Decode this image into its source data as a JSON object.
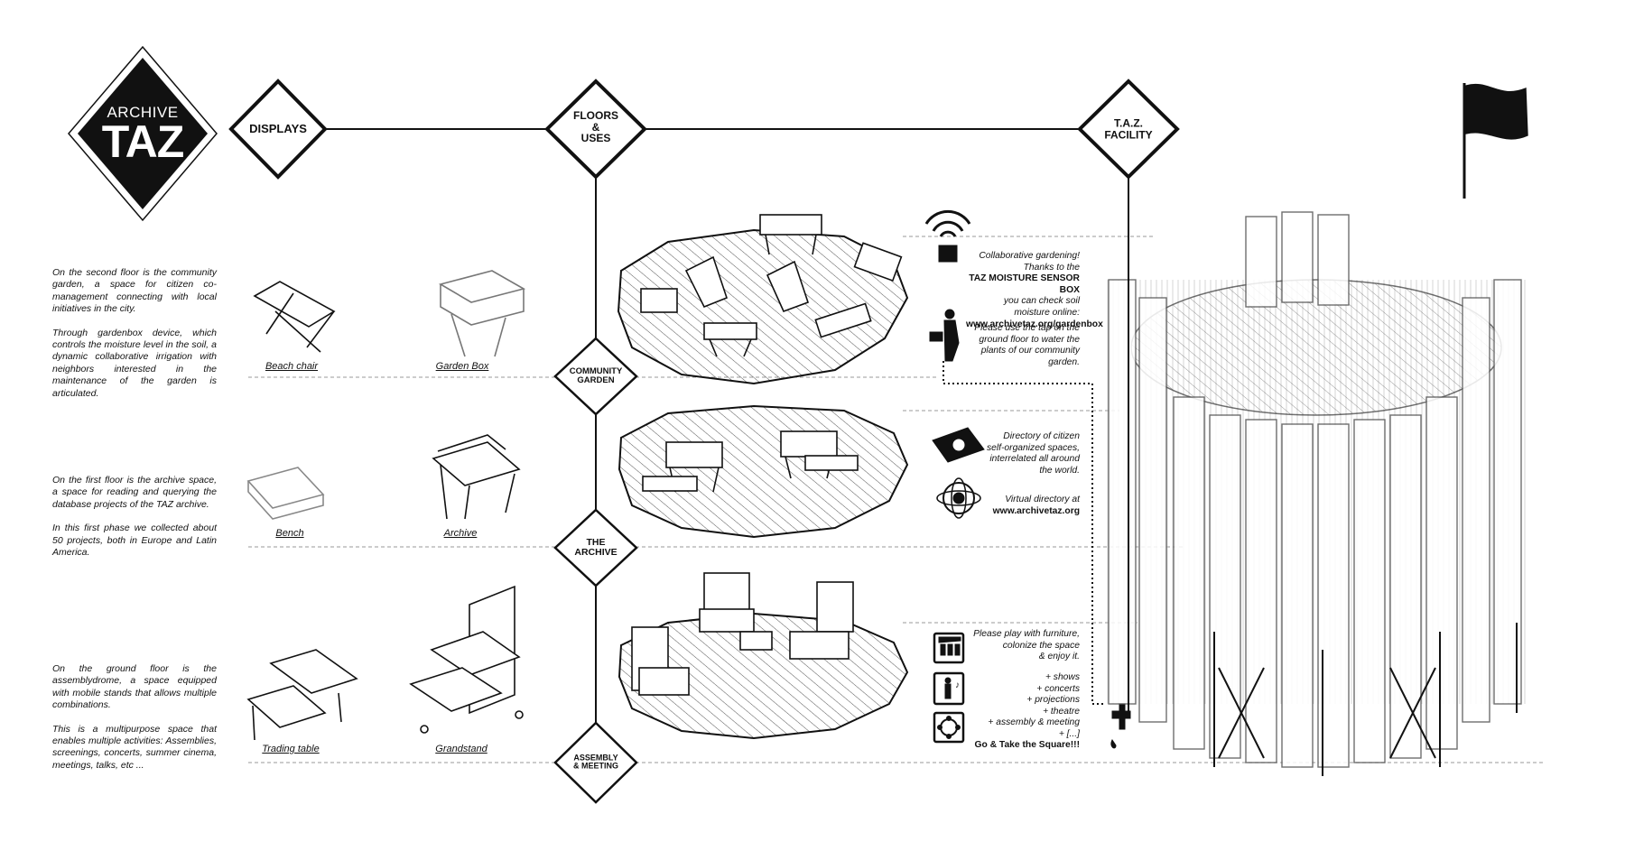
{
  "logo": {
    "top": "ARCHIVE",
    "main": "TAZ"
  },
  "headers": {
    "displays": "DISPLAYS",
    "floors_uses": "FLOORS\n&\nUSES",
    "taz_facility": "T.A.Z.\nFACILITY"
  },
  "floors": {
    "community_garden": "COMMUNITY\nGARDEN",
    "the_archive": "THE\nARCHIVE",
    "assembly_meeting": "ASSEMBLY\n& MEETING"
  },
  "descriptions": {
    "second_floor_p1": "On the second floor is the community garden, a space for citizen co-management connecting with local initiatives in the city.",
    "second_floor_p2": "Through gardenbox device, which controls the moisture level in the soil, a dynamic collaborative irrigation with neighbors interested in the maintenance of the garden is articulated.",
    "first_floor_p1": "On the first floor is the archive space, a space for reading and querying the database projects of the TAZ archive.",
    "first_floor_p2": "In this first phase we collected about 50 projects, both in Europe and Latin America.",
    "ground_floor_p1": "On the ground floor is the assemblydrome, a space equipped with mobile stands that allows multiple combinations.",
    "ground_floor_p2": "This is a multipurpose space that enables multiple activities: Assemblies, screenings, concerts, summer cinema, meetings, talks, etc ..."
  },
  "captions": {
    "beach_chair": "Beach chair",
    "garden_box": "Garden Box",
    "bench": "Bench",
    "archive": "Archive",
    "trading_table": "Trading table",
    "grandstand": "Grandstand"
  },
  "notes": {
    "garden_1": "Collaborative gardening!\nThanks to the",
    "garden_sensor": "TAZ MOISTURE SENSOR BOX",
    "garden_2": "you can check soil moisture online:",
    "garden_url": "www.archivetaz.org/gardenbox",
    "tap_note": "Please use the tap on the\nground floor to water the\nplants of our community\ngarden.",
    "directory_note": "Directory of citizen\nself-organized spaces,\ninterrelated all around\nthe world.",
    "virtual_1": "Virtual directory at",
    "virtual_url": "www.archivetaz.org",
    "play_note": "Please play with furniture,\ncolonize the space\n& enjoy it.",
    "activities": "+ shows\n+ concerts\n+ projections\n+ theatre\n+ assembly & meeting\n+ [...]",
    "go_take": "Go & Take the Square!!!"
  },
  "icons": [
    "wifi-sensor-icon",
    "gardener-watering-icon",
    "book-at-icon",
    "globe-network-icon",
    "seated-audience-icon",
    "performer-music-icon",
    "circle-of-people-icon",
    "water-tap-icon",
    "flag-icon"
  ],
  "colors": {
    "ink": "#111111",
    "background": "#ffffff",
    "hatch": "#555555",
    "guide": "#aaaaaa"
  }
}
